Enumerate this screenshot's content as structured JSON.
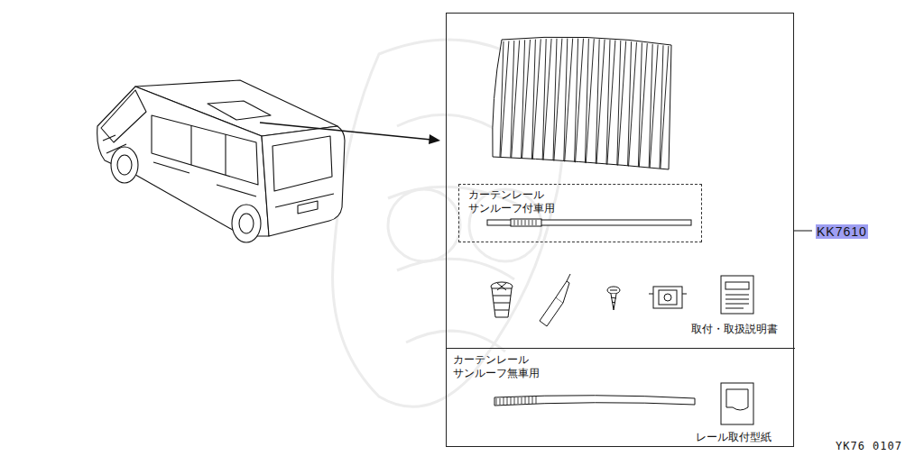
{
  "diagram": {
    "nodes": [
      {
        "text": [
          "KK7610"
        ]
      },
      {
        "text": [
          "カーテンレール サンルーフ付車用"
        ],
        "in": 0
      },
      {
        "text": [
          "カーテンレール サンルーフ無車用",
          "レール取付型紙"
        ],
        "in": 0
      }
    ],
    "edges": [],
    "labels": [
      "取付・取扱説明書",
      "YK76 0107"
    ]
  }
}
